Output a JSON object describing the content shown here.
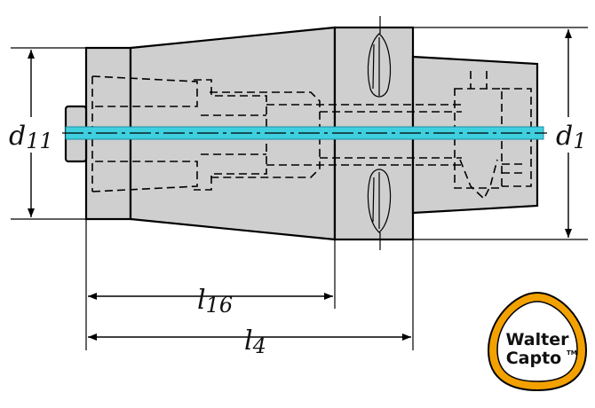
{
  "dimensions": {
    "d11": {
      "main": "d",
      "sub": "11"
    },
    "d1": {
      "main": "d",
      "sub": "1"
    },
    "l16": {
      "main": "l",
      "sub": "16"
    },
    "l4": {
      "main": "l",
      "sub": "4"
    }
  },
  "logo": {
    "line1": "Walter",
    "line2": "Capto",
    "tm": "TM"
  },
  "colors": {
    "body_fill": "#cfcfcf",
    "coolant_channel": "#3fd0e0",
    "logo_ring": "#f2a100",
    "logo_inner": "#ffffff"
  }
}
